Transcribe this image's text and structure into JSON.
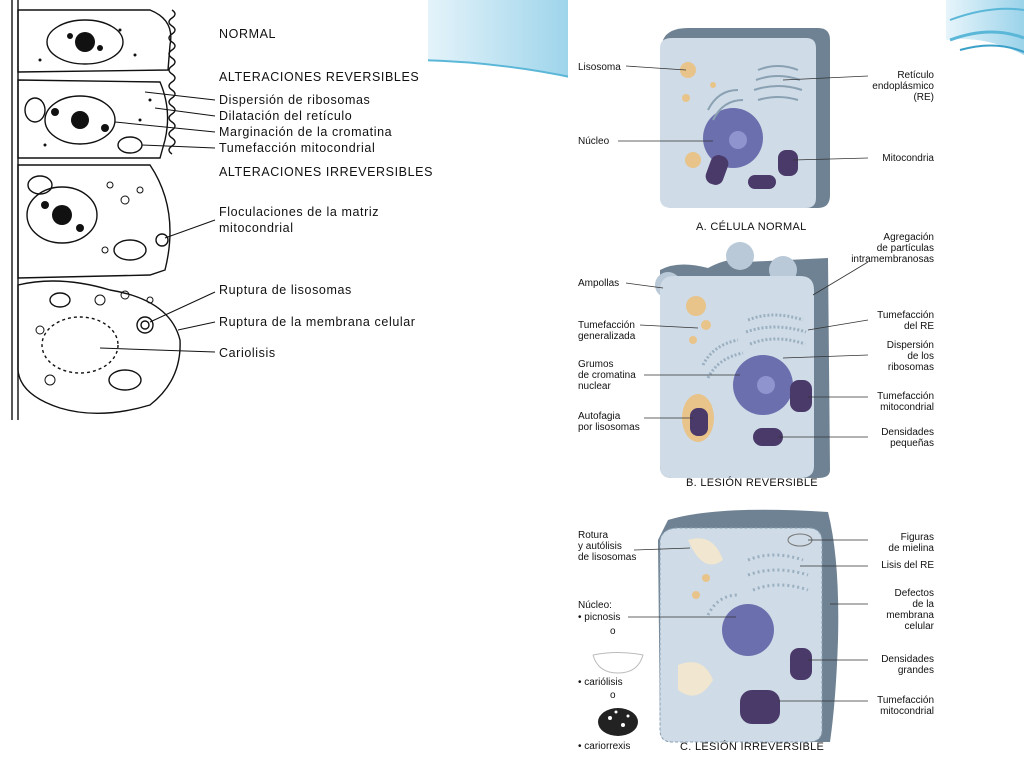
{
  "left_diagram": {
    "section_headers": {
      "normal": "NORMAL",
      "reversible": "ALTERACIONES REVERSIBLES",
      "irreversible": "ALTERACIONES IRREVERSIBLES"
    },
    "labels": [
      "Dispersión de ribosomas",
      "Dilatación del retículo",
      "Marginación de la cromatina",
      "Tumefacción mitocondrial",
      "Floculaciones de la matriz",
      "mitocondrial",
      "Ruptura de lisosomas",
      "Ruptura de la membrana celular",
      "Cariolisis"
    ]
  },
  "right_diagram": {
    "panel_a": {
      "caption": "A. CÉLULA NORMAL",
      "labels_left": [
        "Lisosoma",
        "Núcleo"
      ],
      "labels_right": [
        "Retículo",
        "endoplásmico",
        "(RE)",
        "Mitocondria"
      ]
    },
    "panel_b": {
      "caption": "B. LESIÓN REVERSIBLE",
      "labels_left": [
        "Ampollas",
        "Tumefacción",
        "generalizada",
        "Grumos",
        "de cromatina",
        "nuclear",
        "Autofagia",
        "por lisosomas"
      ],
      "labels_right": [
        "Agregación",
        "de partículas",
        "intramembranosas",
        "Tumefacción",
        "del RE",
        "Dispersión",
        "de los",
        "ribosomas",
        "Tumefacción",
        "mitocondrial",
        "Densidades",
        "pequeñas"
      ]
    },
    "panel_c": {
      "caption": "C. LESIÓN IRREVERSIBLE",
      "labels_left": [
        "Rotura",
        "y autólisis",
        "de lisosomas",
        "Núcleo:",
        "• picnosis",
        "o",
        "• cariólisis",
        "o",
        "• cariorrexis"
      ],
      "labels_right": [
        "Figuras",
        "de mielina",
        "Lisis del RE",
        "Defectos",
        "de la",
        "membrana",
        "celular",
        "Densidades",
        "grandes",
        "Tumefacción",
        "mitocondrial"
      ]
    }
  },
  "colors": {
    "cell_fill": "#cfdbe6",
    "cell_side": "#6f8293",
    "nucleus": "#6b6fae",
    "mitochondria": "#4a3a6a",
    "lysosome": "#e8c48a",
    "deco_blue": "#5bb7d8"
  }
}
